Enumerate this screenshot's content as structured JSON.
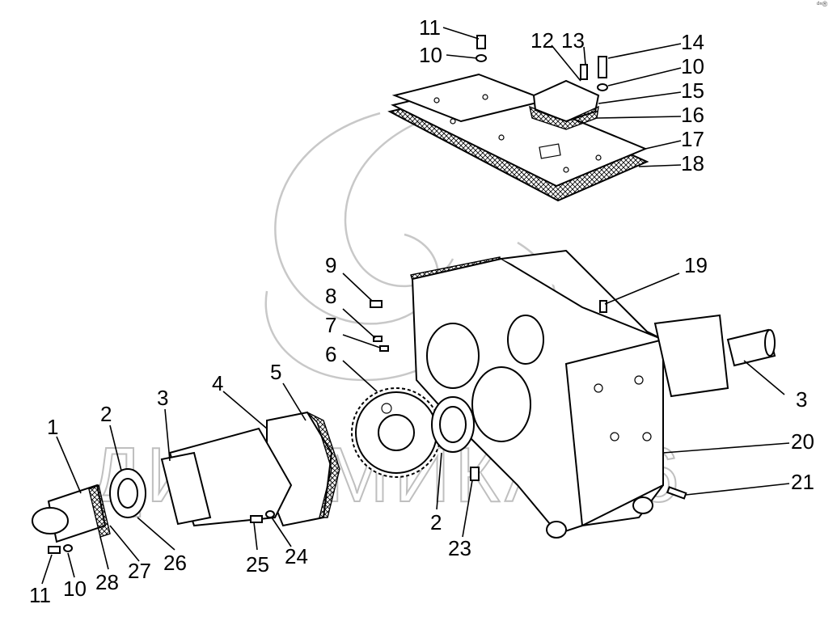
{
  "watermark": "ДИНАМИКА 76",
  "corner_mark": "ᵈⁿ®",
  "callouts": [
    {
      "id": "c11-top",
      "text": "11"
    },
    {
      "id": "c10-top",
      "text": "10"
    },
    {
      "id": "c12",
      "text": "12"
    },
    {
      "id": "c13",
      "text": "13"
    },
    {
      "id": "c14",
      "text": "14"
    },
    {
      "id": "c10-right",
      "text": "10"
    },
    {
      "id": "c15",
      "text": "15"
    },
    {
      "id": "c16",
      "text": "16"
    },
    {
      "id": "c17",
      "text": "17"
    },
    {
      "id": "c18",
      "text": "18"
    },
    {
      "id": "c9",
      "text": "9"
    },
    {
      "id": "c8",
      "text": "8"
    },
    {
      "id": "c7",
      "text": "7"
    },
    {
      "id": "c6",
      "text": "6"
    },
    {
      "id": "c19",
      "text": "19"
    },
    {
      "id": "c3-right",
      "text": "3"
    },
    {
      "id": "c5",
      "text": "5"
    },
    {
      "id": "c4",
      "text": "4"
    },
    {
      "id": "c3-left",
      "text": "3"
    },
    {
      "id": "c2-left",
      "text": "2"
    },
    {
      "id": "c1",
      "text": "1"
    },
    {
      "id": "c20",
      "text": "20"
    },
    {
      "id": "c21",
      "text": "21"
    },
    {
      "id": "c2-mid",
      "text": "2"
    },
    {
      "id": "c23",
      "text": "23"
    },
    {
      "id": "c24",
      "text": "24"
    },
    {
      "id": "c25",
      "text": "25"
    },
    {
      "id": "c26",
      "text": "26"
    },
    {
      "id": "c27",
      "text": "27"
    },
    {
      "id": "c28",
      "text": "28"
    },
    {
      "id": "c10-bottom",
      "text": "10"
    },
    {
      "id": "c11-bottom",
      "text": "11"
    }
  ]
}
